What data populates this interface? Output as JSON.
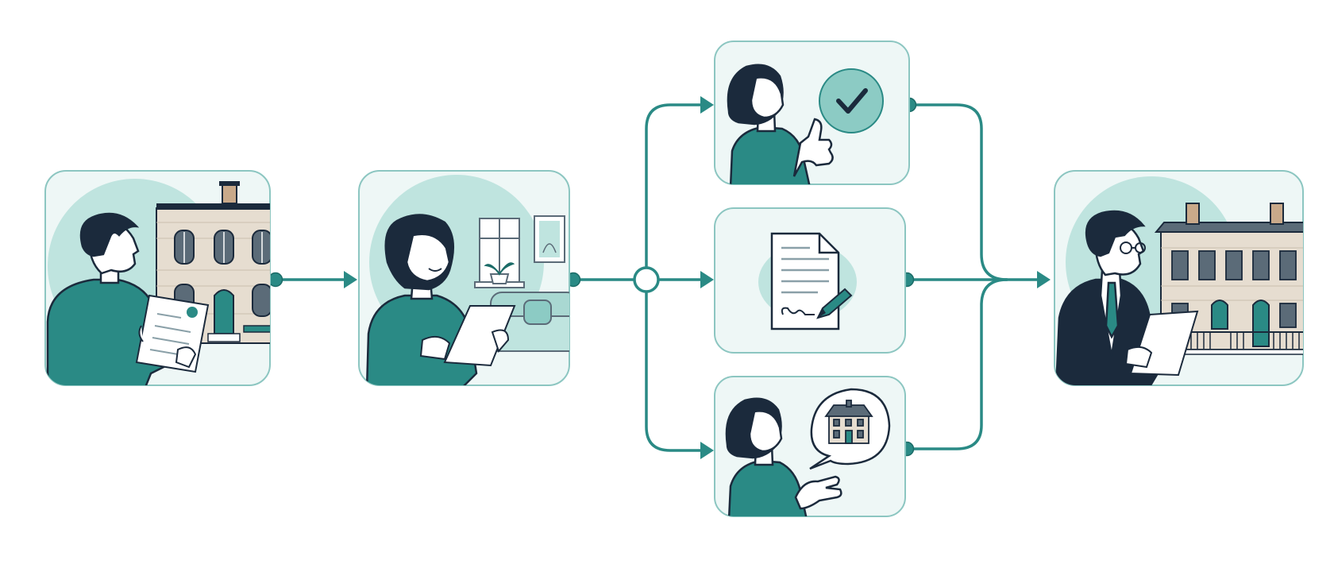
{
  "colors": {
    "teal": "#2a8a85",
    "card_fill": "#eef7f6",
    "card_border": "#8cc6c1",
    "bubble": "#bfe4df",
    "navy": "#1b2a3c",
    "skin": "#ffffff",
    "brick": "#e6ddd0",
    "white": "#ffffff"
  },
  "steps": [
    {
      "id": "landlord-reviews-lease",
      "icons": [
        "man-icon",
        "document-icon",
        "townhouse-icon"
      ]
    },
    {
      "id": "tenant-reads-letter",
      "icons": [
        "woman-icon",
        "paper-icon",
        "window-icon",
        "sofa-icon"
      ]
    },
    {
      "id": "tenant-accepts",
      "icons": [
        "woman-icon",
        "thumbs-up-icon",
        "checkmark-icon"
      ]
    },
    {
      "id": "signed-contract",
      "icons": [
        "contract-icon",
        "pen-icon",
        "signature-icon"
      ]
    },
    {
      "id": "tenant-proposes-house",
      "icons": [
        "woman-icon",
        "speech-bubble-icon",
        "house-icon"
      ]
    },
    {
      "id": "agent-finalizes",
      "icons": [
        "businessman-icon",
        "paper-icon",
        "townhouse-row-icon"
      ]
    }
  ]
}
